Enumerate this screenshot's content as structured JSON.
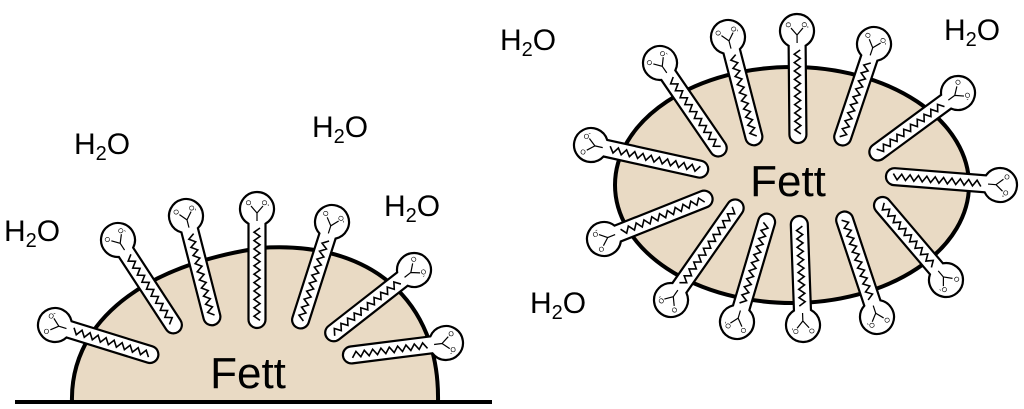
{
  "colors": {
    "fat_fill": "#e9dac4",
    "outline": "#000000",
    "molecule_fill": "#ffffff",
    "background": "#ffffff"
  },
  "left_droplet": {
    "fat_label": "Fett"
  },
  "right_droplet": {
    "fat_label": "Fett"
  },
  "water_labels": [
    {
      "main": "H",
      "sub": "2",
      "rest": "O"
    },
    {
      "main": "H",
      "sub": "2",
      "rest": "O"
    },
    {
      "main": "H",
      "sub": "2",
      "rest": "O"
    },
    {
      "main": "H",
      "sub": "2",
      "rest": "O"
    },
    {
      "main": "H",
      "sub": "2",
      "rest": "O"
    },
    {
      "main": "H",
      "sub": "2",
      "rest": "O"
    },
    {
      "main": "H",
      "sub": "2",
      "rest": "O"
    }
  ],
  "head_group": {
    "charge": "-",
    "oxygen": "O"
  }
}
